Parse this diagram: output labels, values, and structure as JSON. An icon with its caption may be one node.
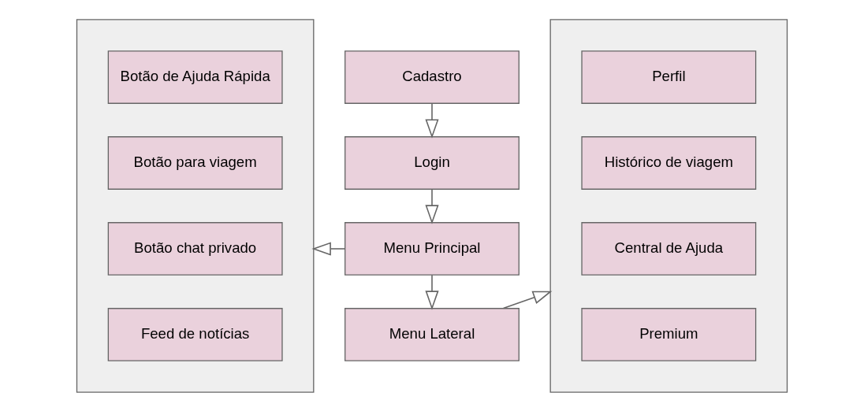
{
  "diagram": {
    "nodes": [
      {
        "text": [],
        "shape": "box"
      },
      {
        "text": [
          "Botão de Ajuda Rápida"
        ],
        "in": 0
      },
      {
        "text": [
          "Botão para viagem"
        ],
        "in": 0
      },
      {
        "text": [
          "Botão chat privado"
        ],
        "in": 0
      },
      {
        "text": [
          "Feed de notícias"
        ],
        "in": 0
      },
      {
        "text": [
          "Cadastro"
        ]
      },
      {
        "text": [
          "Login"
        ]
      },
      {
        "text": [
          "Menu Principal"
        ]
      },
      {
        "text": [
          "Menu Lateral"
        ]
      },
      {
        "text": [],
        "shape": "box"
      },
      {
        "text": [
          "Perfil"
        ],
        "in": 9
      },
      {
        "text": [
          "Histórico de viagem"
        ],
        "in": 9
      },
      {
        "text": [
          "Central de Ajuda"
        ],
        "in": 9
      },
      {
        "text": [
          "Premium"
        ],
        "in": 9
      }
    ],
    "edges": [
      {
        "from": 5,
        "to": 6,
        "arrow": "to"
      },
      {
        "from": 6,
        "to": 7,
        "arrow": "to"
      },
      {
        "from": 7,
        "to": 0,
        "arrow": "to"
      },
      {
        "from": 7,
        "to": 8,
        "arrow": "to"
      },
      {
        "from": 8,
        "to": 9,
        "arrow": "to"
      }
    ]
  }
}
